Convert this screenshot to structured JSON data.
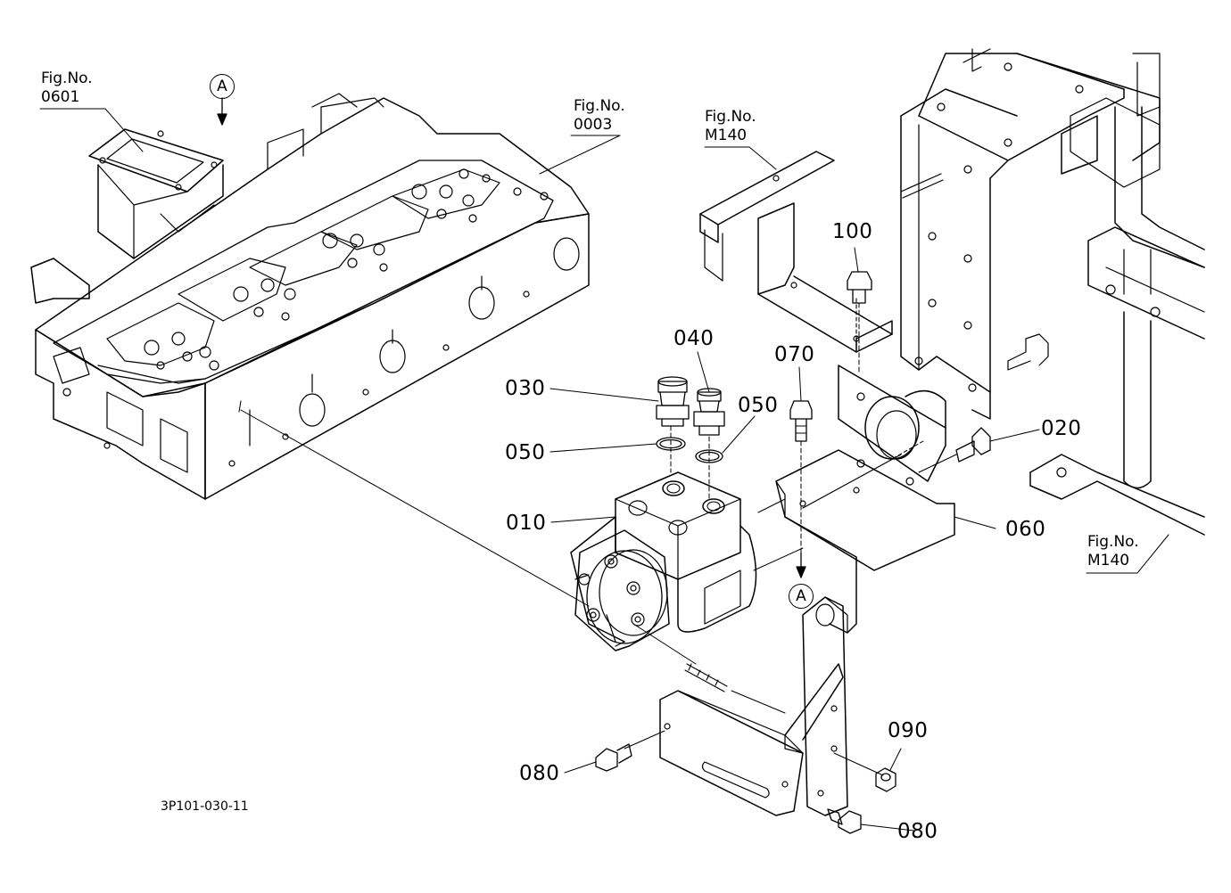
{
  "labels": {
    "fig_0601_title": "Fig.No.",
    "fig_0601_number": "0601",
    "fig_0003_title": "Fig.No.",
    "fig_0003_number": "0003",
    "fig_m140_top_title": "Fig.No.",
    "fig_m140_top_number": "M140",
    "fig_m140_right_title": "Fig.No.",
    "fig_m140_right_number": "M140",
    "marker_a_top": "A",
    "marker_a_bottom": "A",
    "part_010": "010",
    "part_020": "020",
    "part_030": "030",
    "part_040": "040",
    "part_050_left": "050",
    "part_050_right": "050",
    "part_060": "060",
    "part_070": "070",
    "part_080_left": "080",
    "part_080_right": "080",
    "part_090": "090",
    "part_100": "100",
    "drawing_code": "3P101-030-11"
  }
}
